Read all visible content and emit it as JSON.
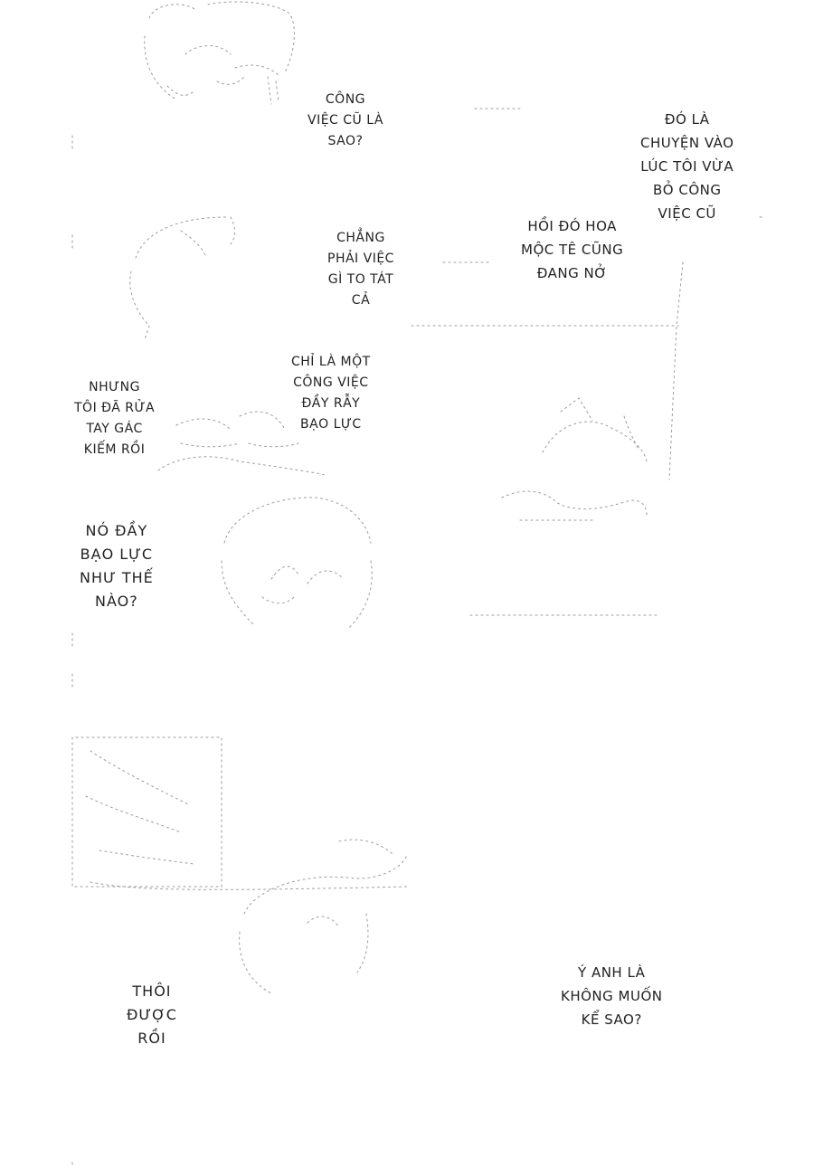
{
  "speech_bubbles": {
    "cong_viec_cu": [
      "CÔNG",
      "VIỆC CŨ LÀ",
      "SAO?"
    ],
    "do_la_chuyen": [
      "ĐÓ LÀ",
      "CHUYỆN VÀO",
      "LÚC TÔI VỪA",
      "BỎ CÔNG",
      "VIỆC CŨ"
    ],
    "hoi_do_hoa": [
      "HỒI ĐÓ HOA",
      "MỘC TÊ CŨNG",
      "ĐANG NỞ"
    ],
    "chang_phai": [
      "CHẲNG",
      "PHẢI VIỆC",
      "GÌ TO TÁT",
      "CẢ"
    ],
    "chi_la_mot": [
      "CHỈ LÀ MỘT",
      "CÔNG VIỆC",
      "ĐẦY RẪY",
      "BẠO LỰC"
    ],
    "nhung_toi": [
      "NHƯNG",
      "TÔI ĐÃ RỬA",
      "TAY GÁC",
      "KIẾM RỒI"
    ],
    "no_day": [
      "NÓ ĐẦY",
      "BẠO LỰC",
      "NHƯ THẾ",
      "NÀO?"
    ],
    "thoi_duoc": [
      "THÔI",
      "ĐƯỢC",
      "RỒI"
    ],
    "y_anh_la": [
      "Ý ANH LÀ",
      "KHÔNG MUỐN",
      "KỂ SAO?"
    ]
  }
}
